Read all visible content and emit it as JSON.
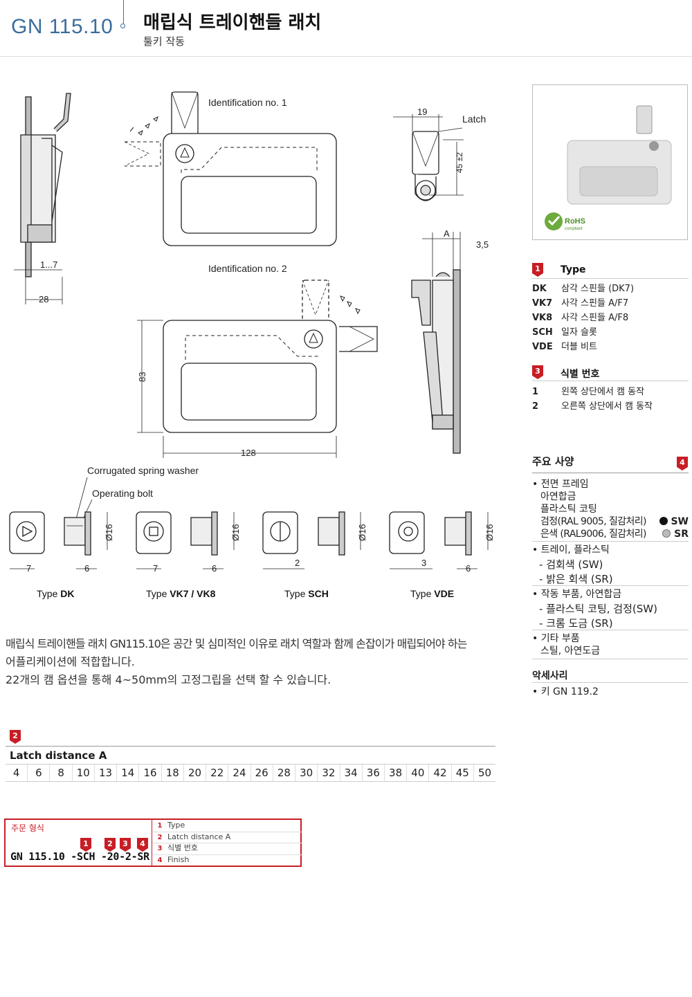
{
  "header": {
    "code": "GN 115.10",
    "title": "매립식 트레이핸들 래치",
    "subtitle": "툴키 작동"
  },
  "drawing": {
    "id1": "Identification no. 1",
    "id2": "Identification no. 2",
    "dim_19": "19",
    "latch": "Latch",
    "dim_45": "45 ±2",
    "dim_A": "A",
    "dim_35": "3,5",
    "dim_17": "1...7",
    "dim_28": "28",
    "dim_83": "83",
    "dim_128": "128",
    "spring_washer": "Corrugated spring washer",
    "operating_bolt": "Operating bolt",
    "dia16": "Ø16",
    "types": [
      {
        "prefix": "Type ",
        "name": "DK",
        "dimA": "7",
        "dimB": "6"
      },
      {
        "prefix": "Type ",
        "name": "VK7 / VK8",
        "dimA": "7",
        "dimB": "6"
      },
      {
        "prefix": "Type ",
        "name": "SCH",
        "dimA": "2",
        "dimB": ""
      },
      {
        "prefix": "Type ",
        "name": "VDE",
        "dimA": "3",
        "dimB": "6"
      }
    ]
  },
  "type_section": {
    "badge": "1",
    "heading": "Type",
    "items": [
      {
        "code": "DK",
        "label": "삼각 스핀들 (DK7)"
      },
      {
        "code": "VK7",
        "label": "사각 스핀들 A/F7"
      },
      {
        "code": "VK8",
        "label": "사각 스핀들 A/F8"
      },
      {
        "code": "SCH",
        "label": "일자 슬롯"
      },
      {
        "code": "VDE",
        "label": "더블 비트"
      }
    ]
  },
  "id_section": {
    "badge": "3",
    "heading": "식별 번호",
    "items": [
      {
        "code": "1",
        "label": "왼쪽 상단에서 캠 동작"
      },
      {
        "code": "2",
        "label": "오른쪽 상단에서 캠 동작"
      }
    ]
  },
  "specs": {
    "heading": "주요 사양",
    "badge": "4",
    "frame_title": "전면 프레임",
    "frame_lines": [
      "아연합금",
      "플라스틱 코팅"
    ],
    "black_label": "검정(RAL 9005, 질감처리)",
    "black_code": "SW",
    "silver_label": "은색 (RAL9006, 질감처리)",
    "silver_code": "SR",
    "tray_title": "트레이, 플라스틱",
    "tray_items": [
      "검회색 (SW)",
      "밝은 회색 (SR)"
    ],
    "op_title": "작동 부품, 아연합금",
    "op_items": [
      "플라스틱 코팅, 검정(SW)",
      "크롬 도금 (SR)"
    ],
    "other_title": "기타 부품",
    "other_line": "스틸, 아연도금",
    "acc_heading": "악세사리",
    "acc_item": "키 GN 119.2"
  },
  "description": {
    "line1": "매립식 트레이핸들 래치 GN115.10은 공간 및 심미적인 이유로 래치 역할과 함께 손잡이가 매립되어야 하는",
    "line2": "어플리케이션에 적합합니다.",
    "line3": "22개의 캠 옵션을 통해 4~50mm의 고정그립을 선택 할 수 있습니다."
  },
  "latch_distance": {
    "badge": "2",
    "heading": "Latch distance A",
    "values": [
      "4",
      "6",
      "8",
      "10",
      "13",
      "14",
      "16",
      "18",
      "20",
      "22",
      "24",
      "26",
      "28",
      "30",
      "32",
      "34",
      "36",
      "38",
      "40",
      "42",
      "45",
      "50"
    ]
  },
  "order": {
    "label": "주문 형식",
    "code": "GN 115.10 -SCH -20-2-SR",
    "badges": [
      "1",
      "2",
      "3",
      "4"
    ],
    "legend": [
      {
        "n": "1",
        "text": "Type"
      },
      {
        "n": "2",
        "text": "Latch distance A"
      },
      {
        "n": "3",
        "text": "식별 번호"
      },
      {
        "n": "4",
        "text": "Finish"
      }
    ]
  },
  "photo": {
    "rohs": "RoHS",
    "compliant": "compliant"
  }
}
